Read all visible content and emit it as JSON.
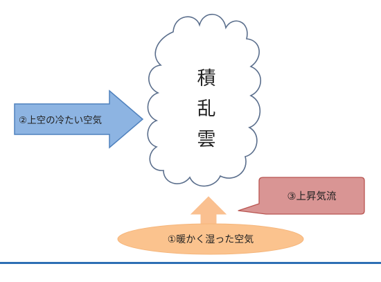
{
  "cloud": {
    "title_lines": [
      "積",
      "乱",
      "雲"
    ]
  },
  "cold_air_arrow": {
    "label": "②上空の冷たい空気"
  },
  "updraft_callout": {
    "label": "③上昇気流"
  },
  "warm_air_ellipse": {
    "label": "①暖かく湿った空気"
  },
  "colors": {
    "cloud_stroke": "#5a6e8c",
    "cold_arrow_fill": "#8db4e2",
    "cold_arrow_stroke": "#4f81bd",
    "callout_fill": "#d99594",
    "callout_stroke": "#b85450",
    "updraft_arrow_fill": "#fac090",
    "ellipse_fill": "#fbc38e",
    "bottom_rule": "#2e6fb4"
  }
}
